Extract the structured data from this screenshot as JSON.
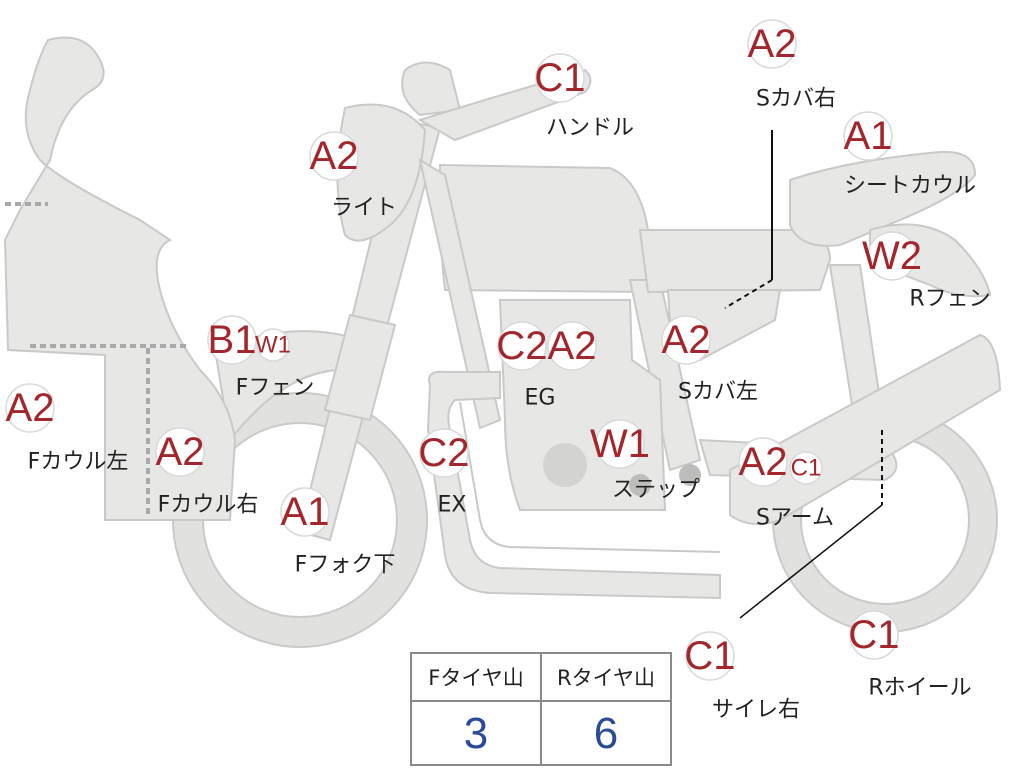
{
  "parts": [
    {
      "id": "f-cowl-left",
      "grade": "A2",
      "label": "Fカウル左"
    },
    {
      "id": "f-cowl-right",
      "grade": "A2",
      "label": "Fカウル右"
    },
    {
      "id": "f-fender",
      "grade": "B1",
      "grade_secondary": "W1",
      "label": "Fフェン"
    },
    {
      "id": "f-fork-lower",
      "grade": "A1",
      "label": "Fフォク下"
    },
    {
      "id": "light",
      "grade": "A2",
      "label": "ライト"
    },
    {
      "id": "handle",
      "grade": "C1",
      "label": "ハンドル"
    },
    {
      "id": "engine",
      "grade": "C2",
      "grade_secondary": "A2",
      "label": "EG"
    },
    {
      "id": "exhaust",
      "grade": "C2",
      "label": "EX"
    },
    {
      "id": "step",
      "grade": "W1",
      "label": "ステップ"
    },
    {
      "id": "s-cover-left",
      "grade": "A2",
      "label": "Sカバ左"
    },
    {
      "id": "s-cover-right",
      "grade": "A2",
      "label": "Sカバ右"
    },
    {
      "id": "seat-cowl",
      "grade": "A1",
      "label": "シートカウル"
    },
    {
      "id": "r-fender",
      "grade": "W2",
      "label": "Rフェン"
    },
    {
      "id": "swingarm",
      "grade": "A2",
      "grade_secondary": "C1",
      "label": "Sアーム"
    },
    {
      "id": "silencer-right",
      "grade": "C1",
      "label": "サイレ右"
    },
    {
      "id": "r-wheel",
      "grade": "C1",
      "label": "Rホイール"
    }
  ],
  "tire_table": {
    "headers": [
      "Fタイヤ山",
      "Rタイヤ山"
    ],
    "values": [
      "3",
      "6"
    ]
  },
  "colors": {
    "grade_text": "#a3262c",
    "tread_value": "#2b4a9a",
    "body_fill": "#e7e7e6"
  }
}
